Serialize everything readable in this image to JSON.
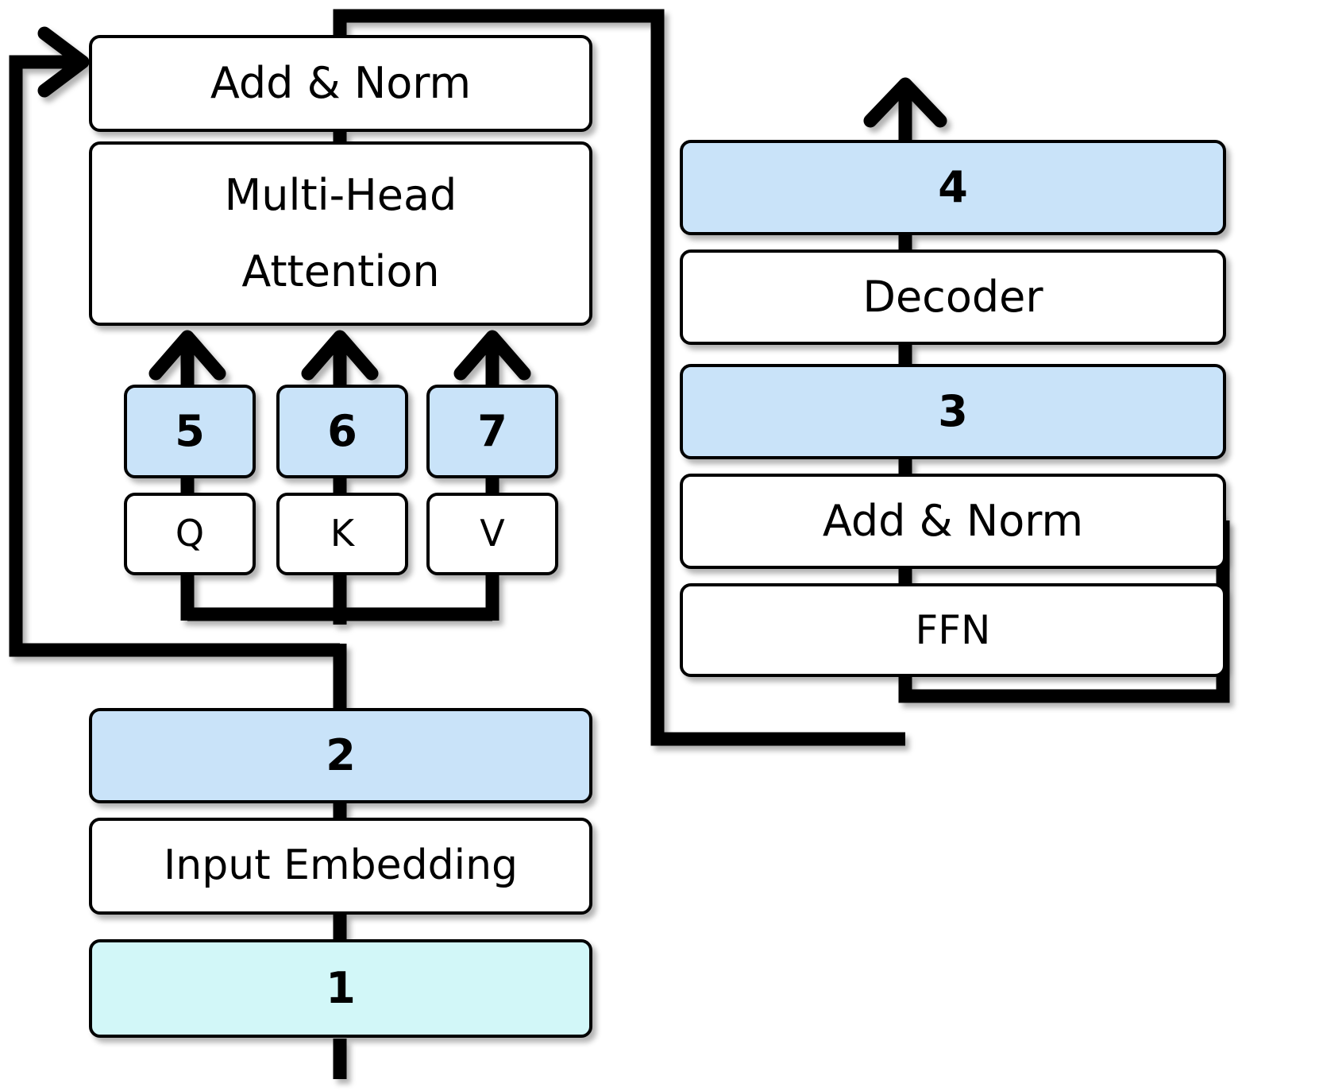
{
  "diagram": {
    "title": "Transformer encoder-decoder block diagram with numbered steps",
    "colors": {
      "stroke": "#000000",
      "node_fill_white": "#ffffff",
      "node_fill_blue": "#c9e3f9",
      "node_fill_cyan": "#d2f7f8",
      "background": "#ffffff"
    },
    "encoder_column": {
      "add_norm_label": "Add & Norm",
      "attention_label_line1": "Multi-Head",
      "attention_label_line2": "Attention",
      "step_5": "5",
      "step_6": "6",
      "step_7": "7",
      "q_label": "Q",
      "k_label": "K",
      "v_label": "V",
      "step_2": "2",
      "input_embedding_label": "Input Embedding",
      "step_1": "1"
    },
    "decoder_column": {
      "step_4": "4",
      "decoder_label": "Decoder",
      "step_3": "3",
      "add_norm_label": "Add & Norm",
      "ffn_label": "FFN"
    },
    "nodes": [
      {
        "id": "add-norm-encoder",
        "label": "Add & Norm",
        "fill": "white",
        "bold": false
      },
      {
        "id": "multi-head-attention",
        "label": "Multi-Head Attention",
        "fill": "white",
        "bold": false
      },
      {
        "id": "step-5",
        "label": "5",
        "fill": "blue",
        "bold": true
      },
      {
        "id": "step-6",
        "label": "6",
        "fill": "blue",
        "bold": true
      },
      {
        "id": "step-7",
        "label": "7",
        "fill": "blue",
        "bold": true
      },
      {
        "id": "query",
        "label": "Q",
        "fill": "white",
        "bold": false
      },
      {
        "id": "key",
        "label": "K",
        "fill": "white",
        "bold": false
      },
      {
        "id": "value",
        "label": "V",
        "fill": "white",
        "bold": false
      },
      {
        "id": "step-2",
        "label": "2",
        "fill": "blue",
        "bold": true
      },
      {
        "id": "input-embedding",
        "label": "Input Embedding",
        "fill": "white",
        "bold": false
      },
      {
        "id": "step-1",
        "label": "1",
        "fill": "cyan",
        "bold": true
      },
      {
        "id": "step-4",
        "label": "4",
        "fill": "blue",
        "bold": true
      },
      {
        "id": "decoder",
        "label": "Decoder",
        "fill": "white",
        "bold": false
      },
      {
        "id": "step-3",
        "label": "3",
        "fill": "blue",
        "bold": true
      },
      {
        "id": "add-norm-decoder",
        "label": "Add & Norm",
        "fill": "white",
        "bold": false
      },
      {
        "id": "ffn",
        "label": "FFN",
        "fill": "white",
        "bold": false
      }
    ]
  }
}
